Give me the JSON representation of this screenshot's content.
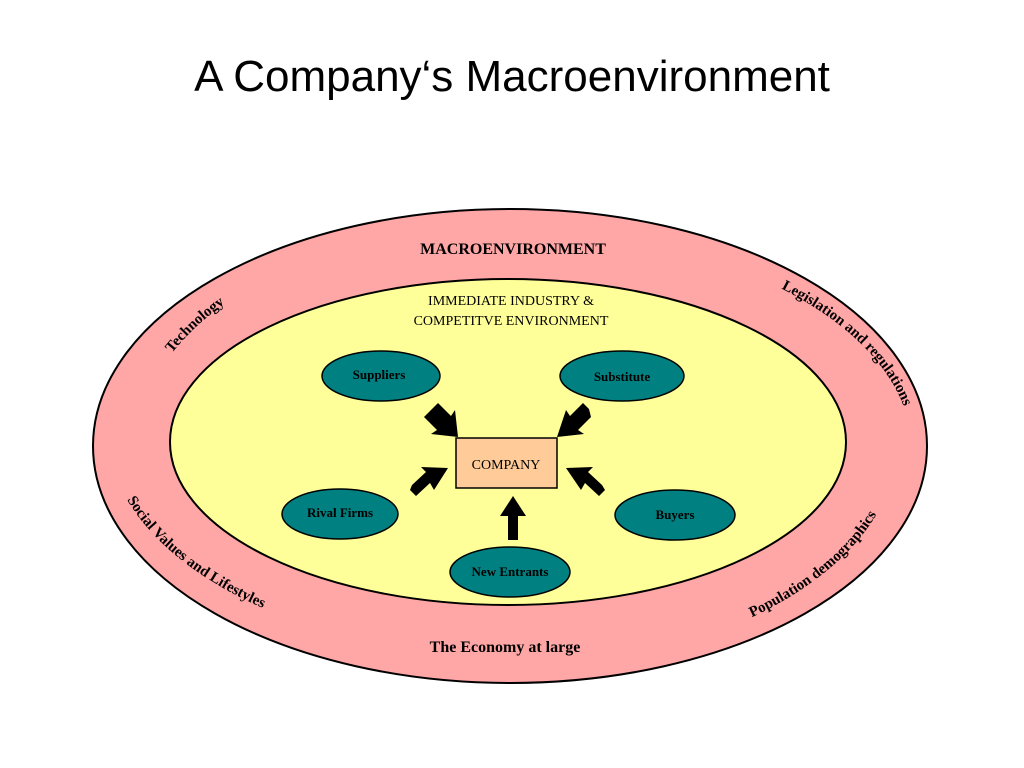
{
  "slide": {
    "title": "A Company‘s Macroenvironment"
  },
  "macro": {
    "label": "MACROENVIRONMENT",
    "forces": {
      "technology": "Technology",
      "legislation": "Legislation and regulations",
      "social": "Social Values and Lifestyles",
      "population": "Population demographics",
      "economy": "The Economy at large"
    }
  },
  "industry": {
    "label_line1": "IMMEDIATE INDUSTRY &",
    "label_line2": "COMPETITVE ENVIRONMENT"
  },
  "company": {
    "label": "COMPANY"
  },
  "actors": {
    "suppliers": "Suppliers",
    "substitute": "Substitute",
    "rival_firms": "Rival Firms",
    "buyers": "Buyers",
    "new_entrants": "New Entrants"
  },
  "colors": {
    "outer_ring": "#FFA6A6",
    "inner_ellipse": "#FFFF99",
    "actor_fill": "#008080",
    "company_fill": "#FFCC99",
    "outline": "#000000"
  }
}
